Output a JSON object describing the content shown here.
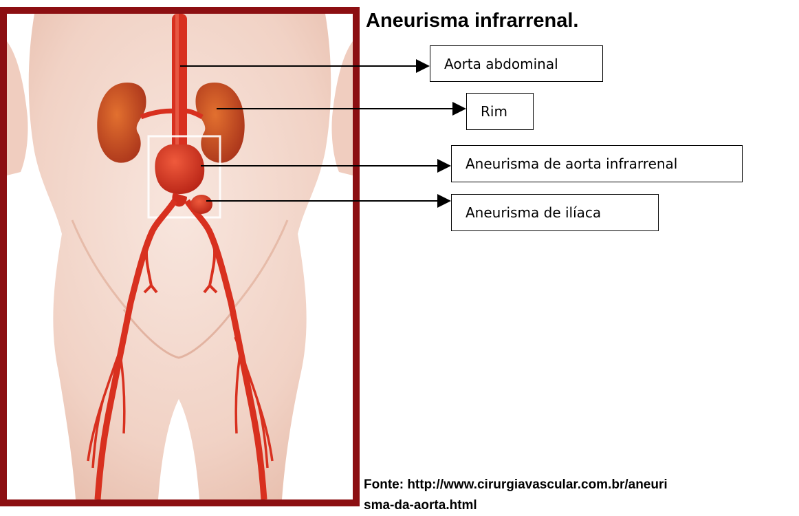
{
  "title": "Aneurisma infrarrenal.",
  "labels": {
    "aorta": "Aorta abdominal",
    "rim": "Rim",
    "aneurisma_aorta": "Aneurisma de aorta infrarrenal",
    "aneurisma_iliaca": "Aneurisma de ilíaca"
  },
  "source": "Fonte:  http://www.cirurgiavascular.com.br/aneurisma-da-aorta.html",
  "colors": {
    "frame": "#8c0f12",
    "skin": "#f4d8ce",
    "artery": "#d8301f",
    "kidney": "#c9451d"
  }
}
